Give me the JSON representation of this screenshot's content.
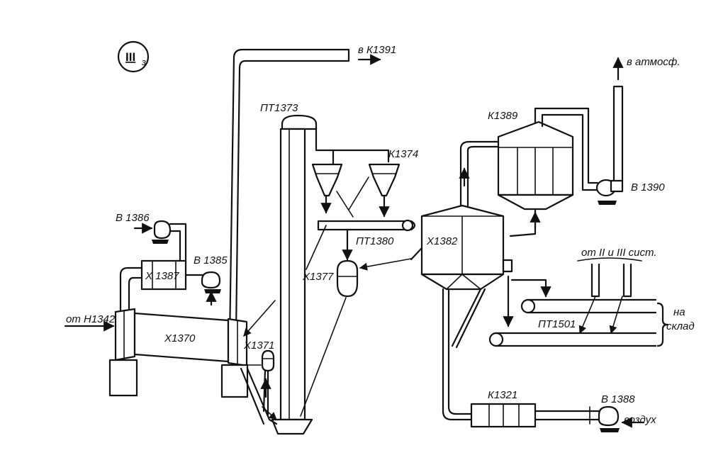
{
  "system_mark": "III",
  "system_mark_sub": "з",
  "labels": {
    "k1391_dest": "в К1391",
    "pt1373": "ПТ1373",
    "k1374": "К1374",
    "k1389": "К1389",
    "atmosphere": "в атмосф.",
    "b1390": "В 1390",
    "b1386": "В 1386",
    "x1387": "Х 1387",
    "b1385": "В 1385",
    "pt1380": "ПТ1380",
    "x1382": "Х1382",
    "x1377": "Х1377",
    "from_systems": "от II и III сист.",
    "from_n1342": "от Н1342",
    "x1370": "Х1370",
    "x1371": "Х1371",
    "pt1501": "ПТ1501",
    "to_warehouse_1": "на",
    "to_warehouse_2": "склад",
    "k1321": "К1321",
    "b1388": "В 1388",
    "air": "воздух"
  }
}
